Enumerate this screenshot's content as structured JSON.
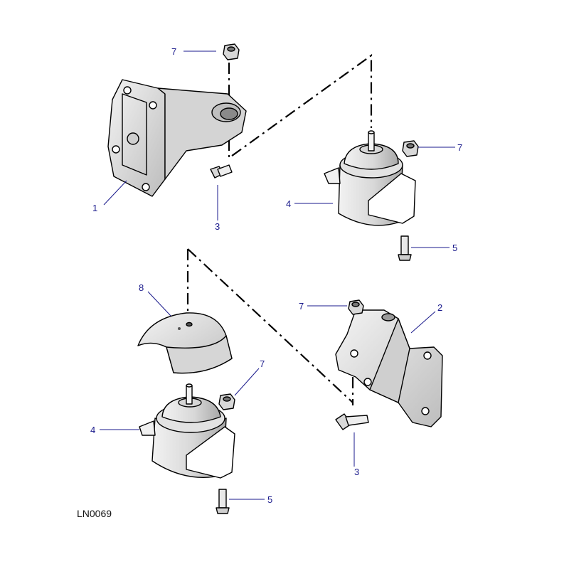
{
  "diagram_ref": "LN0069",
  "callouts": {
    "c1": "1",
    "c2": "2",
    "c3_top": "3",
    "c3_bottom": "3",
    "c4_right": "4",
    "c4_left": "4",
    "c5_top": "5",
    "c5_bottom": "5",
    "c7_topleft": "7",
    "c7_right": "7",
    "c7_mid": "7",
    "c7_lower": "7",
    "c8": "8"
  },
  "colors": {
    "background": "#ffffff",
    "callout_text": "#1a1a8c",
    "part_fill": "#ececec",
    "part_shade": "#c8c8c8",
    "outline": "#000000"
  }
}
